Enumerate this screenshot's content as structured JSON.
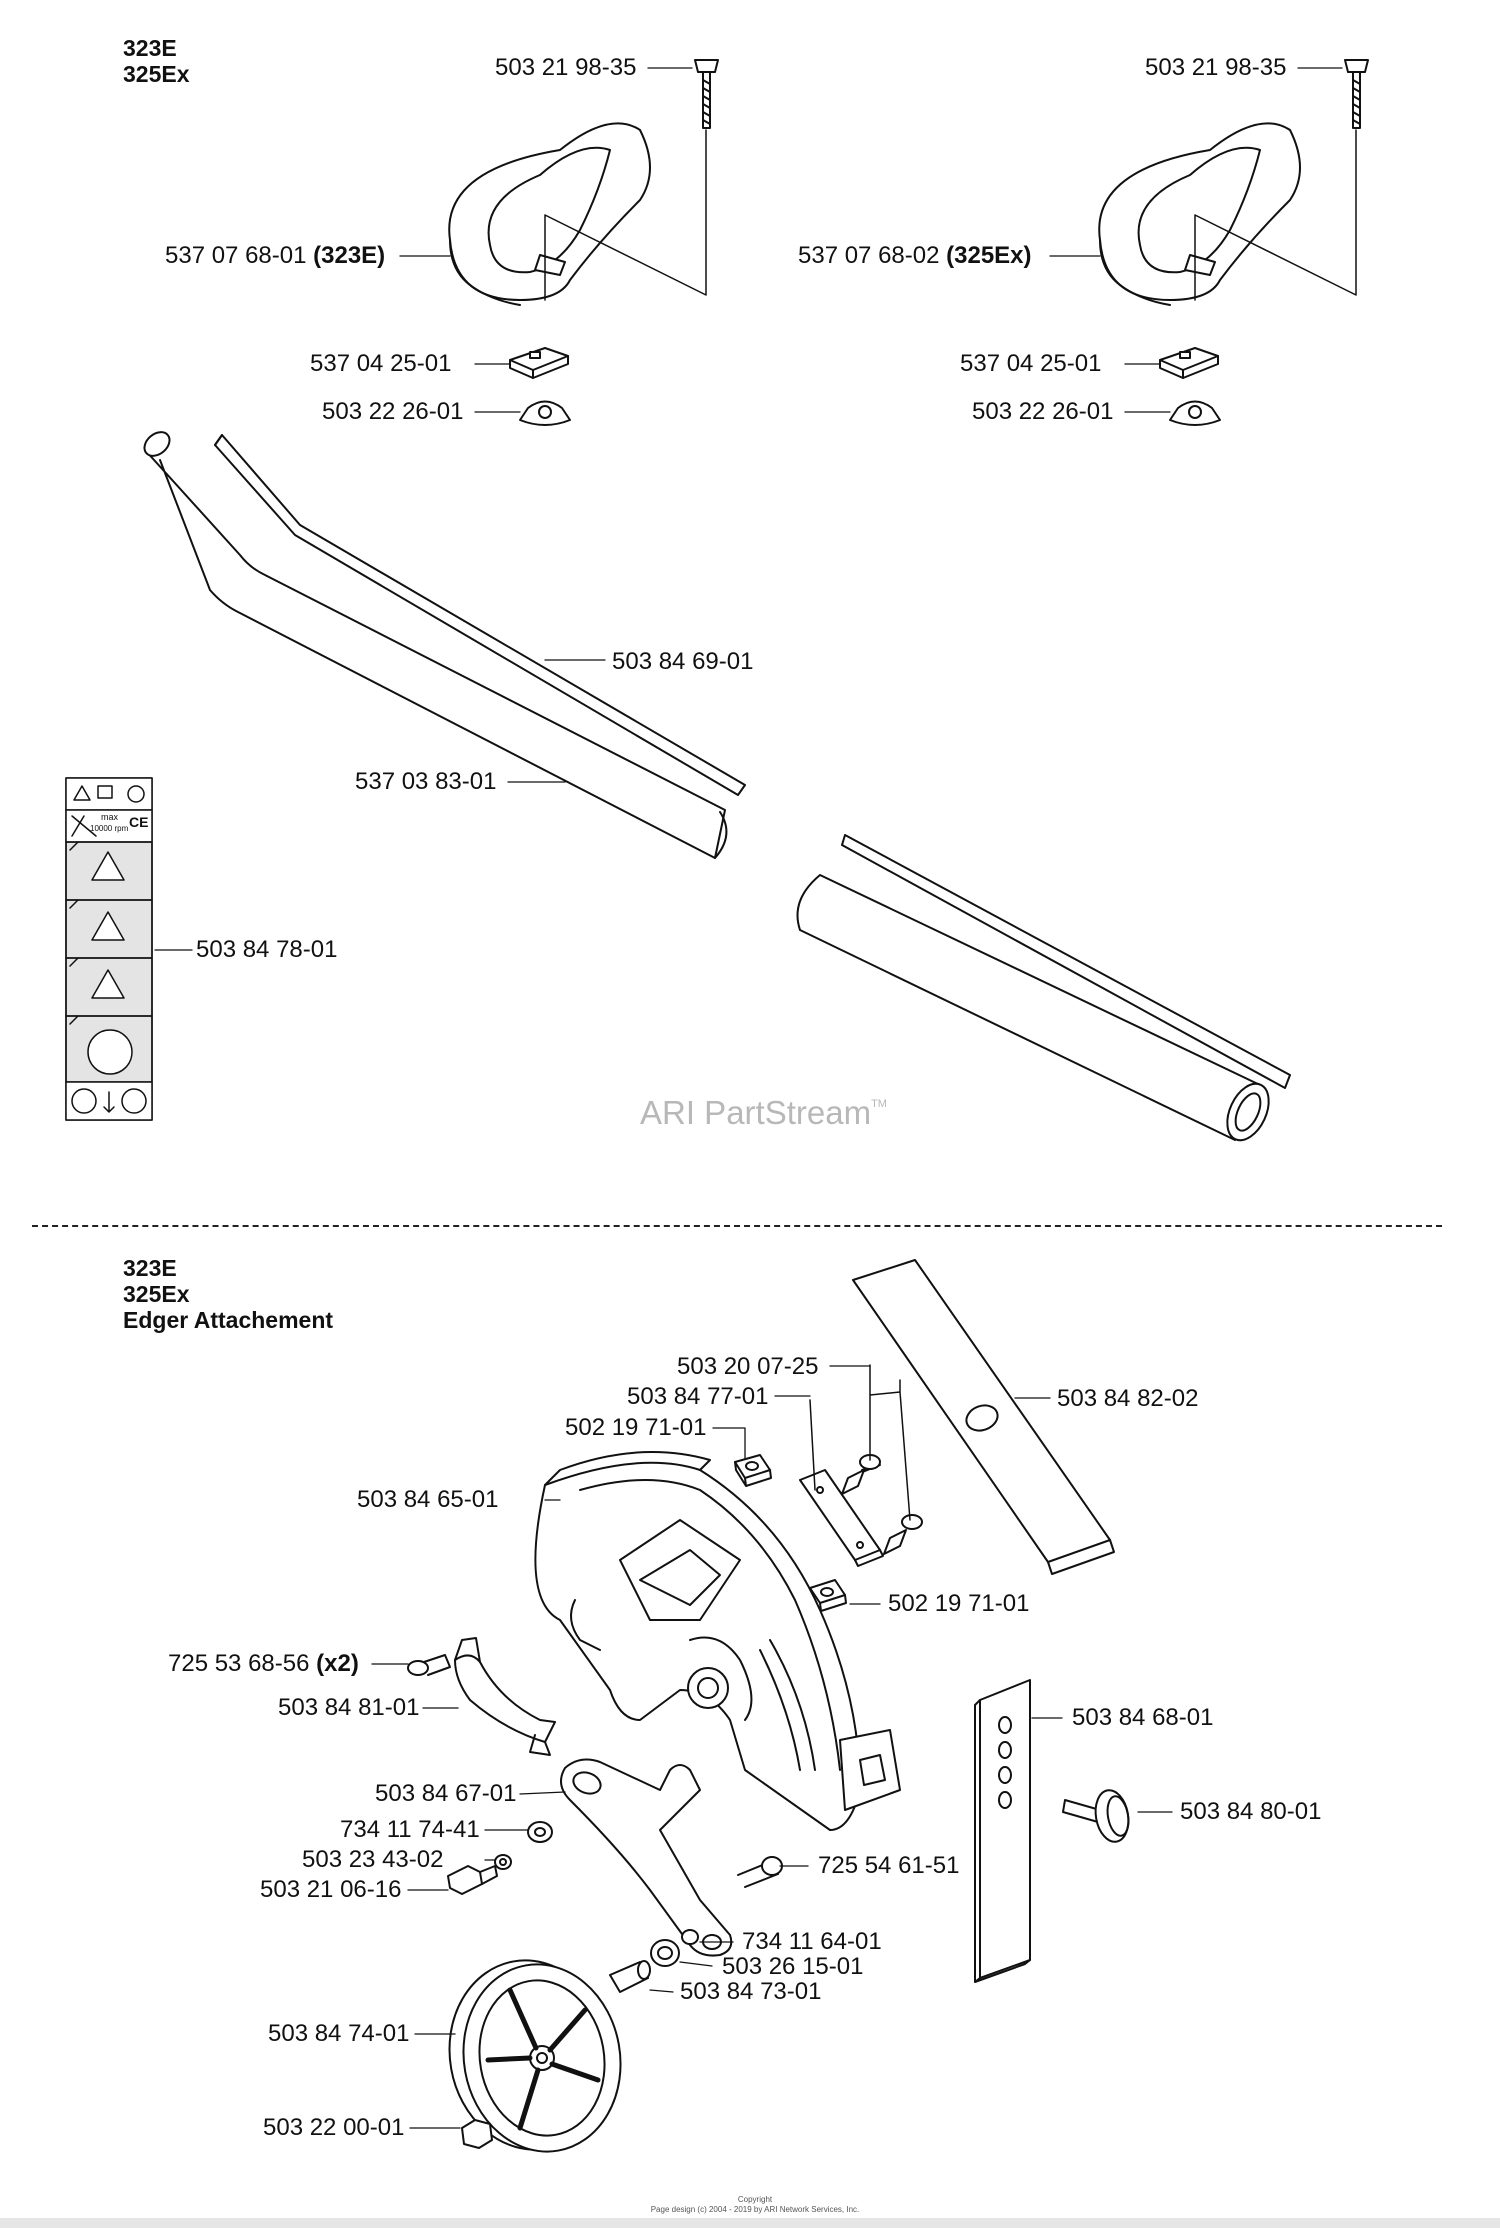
{
  "section_top": {
    "titles": [
      "323E",
      "325Ex"
    ]
  },
  "section_bottom": {
    "titles": [
      "323E",
      "325Ex",
      "Edger Attachement"
    ]
  },
  "watermark": {
    "text": "ARI PartStream",
    "tm": "TM"
  },
  "footer": {
    "line1": "Copyright",
    "line2": "Page design (c) 2004 - 2019 by ARI Network Services, Inc."
  },
  "labels": {
    "bolt_l": "503 21 98-35",
    "bolt_r": "503 21 98-35",
    "handle_l": "537 07 68-01",
    "handle_l_model": "(323E)",
    "handle_r": "537 07 68-02",
    "handle_r_model": "(325Ex)",
    "clamp_l": "537 04 25-01",
    "clamp_r": "537 04 25-01",
    "knob_l": "503 22 26-01",
    "knob_r": "503 22 26-01",
    "shaft": "503 84 69-01",
    "tube": "537 03 83-01",
    "decal": "503 84 78-01",
    "screw_pair": "503 20 07-25",
    "plate": "503 84 77-01",
    "nut_a": "502 19 71-01",
    "blade": "503 84 82-02",
    "guard": "503 84 65-01",
    "nut_b": "502 19 71-01",
    "screw_x2": "725 53 68-56",
    "screw_x2_qty": "(x2)",
    "clamp_half": "503 84 81-01",
    "depth_plate": "503 84 68-01",
    "depth_knob": "503 84 80-01",
    "arm": "503 84 67-01",
    "washer_a": "734 11 74-41",
    "washer_b": "503 23 43-02",
    "bolt_arm": "503 21 06-16",
    "screw_arm": "725 54 61-51",
    "washer_c": "734 11 64-01",
    "bearing": "503 26 15-01",
    "spacer": "503 84 73-01",
    "wheel": "503 84 74-01",
    "wheel_nut": "503 22 00-01"
  },
  "decal_texts": {
    "max": "max",
    "rpm": "10000 rpm",
    "ce": "CE"
  }
}
